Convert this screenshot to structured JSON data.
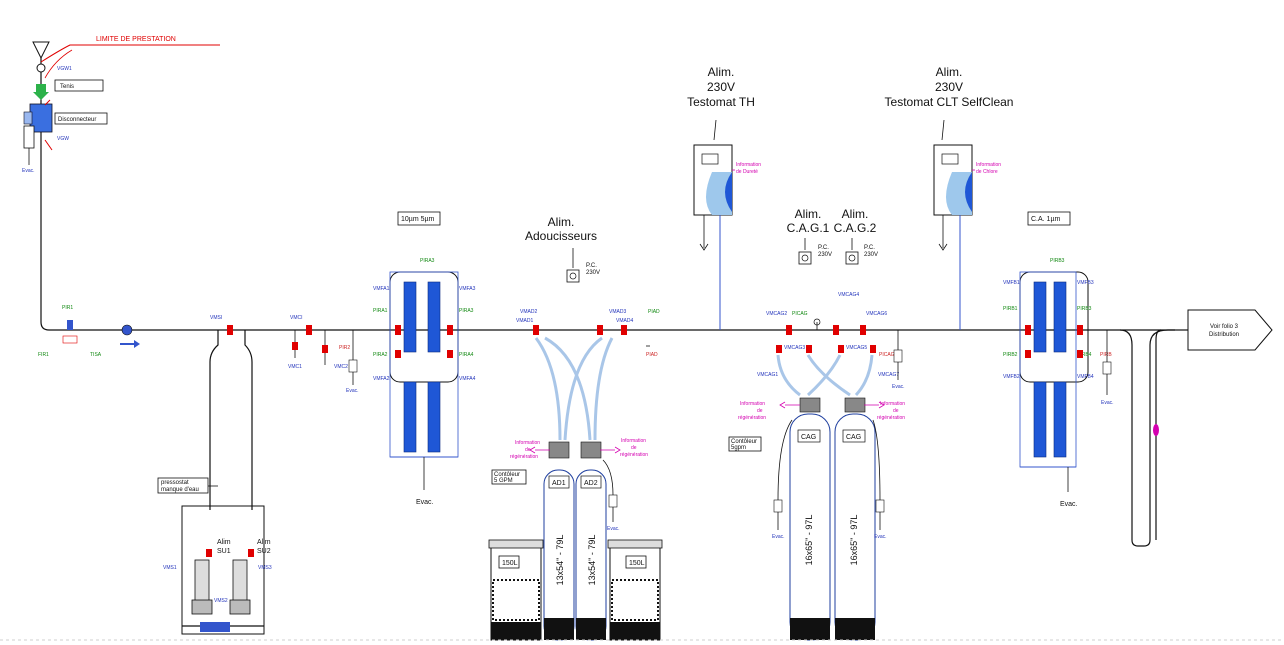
{
  "colors": {
    "pipe": "#111111",
    "filter_blue": "#1f57d6",
    "hose": "#a9c6e8",
    "signal_magenta": "#d400b0",
    "valve_red": "#e00000",
    "limit_red": "#e00000",
    "tag_blue": "#2233bb",
    "tag_green": "#118811"
  },
  "header": {
    "limit": "LIMITE DE PRESTATION"
  },
  "inlet": {
    "tag_top": "VGW1",
    "tag_bottom": "VGW",
    "box1": "Tenis",
    "box2": "Disconnecteur",
    "evac": "Evac."
  },
  "main_line": {
    "tags_green": [
      "FIR1",
      "TISA",
      "PIR1"
    ],
    "tag_vm": "VMSI",
    "tag_vmci": "VMCI",
    "tag_vmc1": "VMC1",
    "tag_vmc2": "VMC2",
    "tag_pir2": "PIR2",
    "evac": "Evac."
  },
  "pumps": {
    "box": [
      "pressostat",
      "manque d'eau"
    ],
    "alim1": [
      "Alim",
      "SU1"
    ],
    "alim2": [
      "Alim",
      "SU2"
    ],
    "tag_left": "VMS1",
    "tag_right": "VMS3",
    "tag_mid": "VMS2"
  },
  "prefilter": {
    "label": "10µm 5µm",
    "tags_left": [
      "VMFA1",
      "VMFA2"
    ],
    "tags_right": [
      "VMFA3",
      "VMFA4"
    ],
    "tags_green_left": [
      "PIRA1",
      "PIRA2"
    ],
    "tags_green_right": [
      "PIRA3",
      "PIRA4"
    ],
    "tag_top": "PIRA3",
    "evac": "Evac."
  },
  "softener": {
    "title": [
      "Alim.",
      "Adoucisseurs"
    ],
    "pc": [
      "P.C.",
      "230V"
    ],
    "tags_left": [
      "VMAD2",
      "VMAD1"
    ],
    "tags_right": [
      "VMAD3",
      "VMAD4"
    ],
    "tag_green": "PIAD",
    "tag_red": "PIAD",
    "info_left": [
      "Information",
      "de",
      "régénération"
    ],
    "info_right": [
      "Information",
      "de",
      "régénération"
    ],
    "counter": [
      "Contôleur",
      "5 GPM"
    ],
    "tanks": [
      "AD1",
      "AD2"
    ],
    "tank_sizes": [
      "13x54\" - 79L",
      "13x54\" - 79L"
    ],
    "brine": [
      "150L",
      "150L"
    ],
    "evac": "Evac."
  },
  "testomat_th": {
    "title": [
      "Alim.",
      "230V",
      "Testomat TH"
    ],
    "info": [
      "Information",
      "de Dureté"
    ]
  },
  "cag": {
    "title1": [
      "Alim.",
      "C.A.G.1"
    ],
    "title2": [
      "Alim.",
      "C.A.G.2"
    ],
    "pc1": [
      "P.C.",
      "230V"
    ],
    "pc2": [
      "P.C.",
      "230V"
    ],
    "tags": [
      "VMCAG2",
      "VMCAG3",
      "VMCAG4",
      "VMCAG5",
      "VMCAG6",
      "VMCAG1",
      "VMCAG7",
      "PICAG"
    ],
    "tag_red": "PICAG",
    "info_left": [
      "Information",
      "de",
      "régénération"
    ],
    "info_right": [
      "Information",
      "de",
      "régénération"
    ],
    "counter": [
      "Contôleur",
      "5gpm"
    ],
    "tanks": [
      "CAG",
      "CAG"
    ],
    "tank_sizes": [
      "16x65\" - 97L",
      "16x65\" - 97L"
    ],
    "evac": "Evac."
  },
  "testomat_clt": {
    "title": [
      "Alim.",
      "230V",
      "Testomat CLT SelfClean"
    ],
    "info": [
      "Information",
      "de Chlore"
    ]
  },
  "postfilter": {
    "label": "C.A.  1µm",
    "tags_left": [
      "VMFB1",
      "VMFB2"
    ],
    "tags_right": [
      "VMFB3",
      "VMFB4"
    ],
    "tags_green_left": [
      "PIRB1",
      "PIRB2"
    ],
    "tags_green_right": [
      "PIRB3",
      "PIRB4"
    ],
    "tag_top": "PIRB3",
    "tag_red": "PIRB",
    "evac": "Evac."
  },
  "outlet": {
    "label": [
      "Voir folio 3",
      "Distribution"
    ]
  }
}
